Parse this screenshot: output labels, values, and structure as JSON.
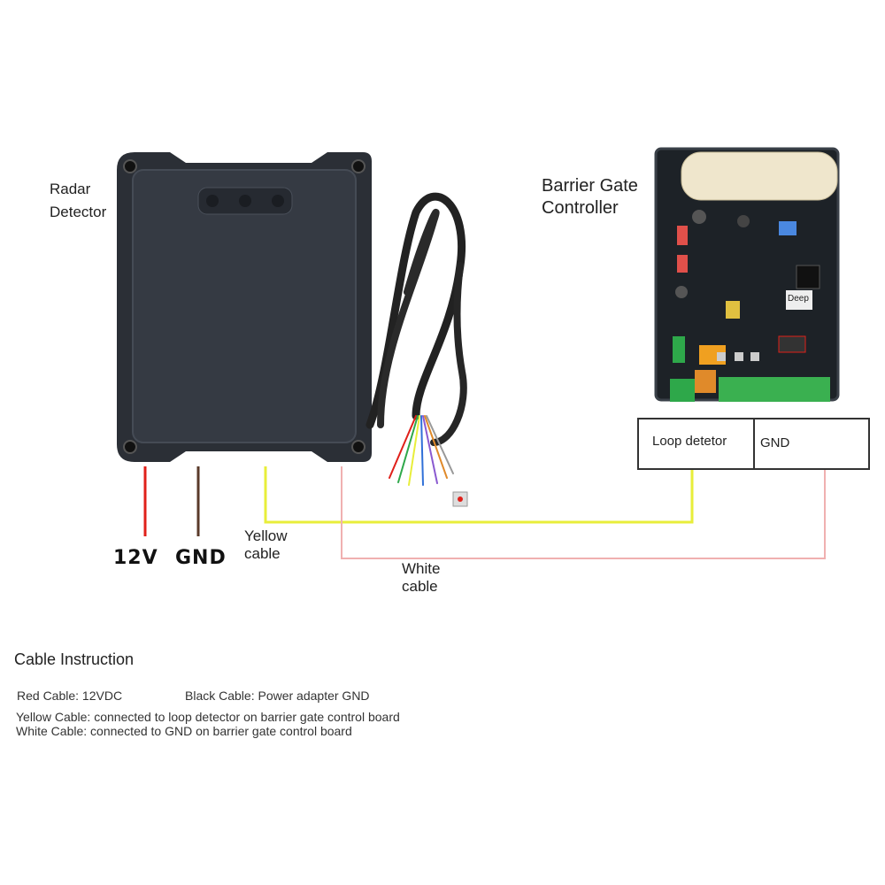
{
  "radar": {
    "title_line1": "Radar",
    "title_line2": "Detector"
  },
  "controller": {
    "title_line1": "Barrier Gate",
    "title_line2": "Controller",
    "chip_text": "Deep"
  },
  "terminals": {
    "loop": "Loop detetor",
    "gnd": "GND"
  },
  "wires": {
    "v12": "12V",
    "gnd": "GND",
    "yellow_line1": "Yellow",
    "yellow_line2": "cable",
    "white_line1": "White",
    "white_line2": "cable"
  },
  "instructions": {
    "heading": "Cable Instruction",
    "red": "Red Cable: 12VDC",
    "black": "Black Cable: Power adapter GND",
    "yellow": "Yellow Cable: connected to loop detector on barrier gate control board",
    "white": "White Cable: connected to GND on barrier gate control board"
  },
  "colors": {
    "red_wire": "#e0201a",
    "black_wire": "#5a3a2a",
    "yellow_wire": "#e8ee3a",
    "white_wire": "#f0b0b0",
    "device_body": "#2b2f36",
    "board": "#1d2227"
  }
}
